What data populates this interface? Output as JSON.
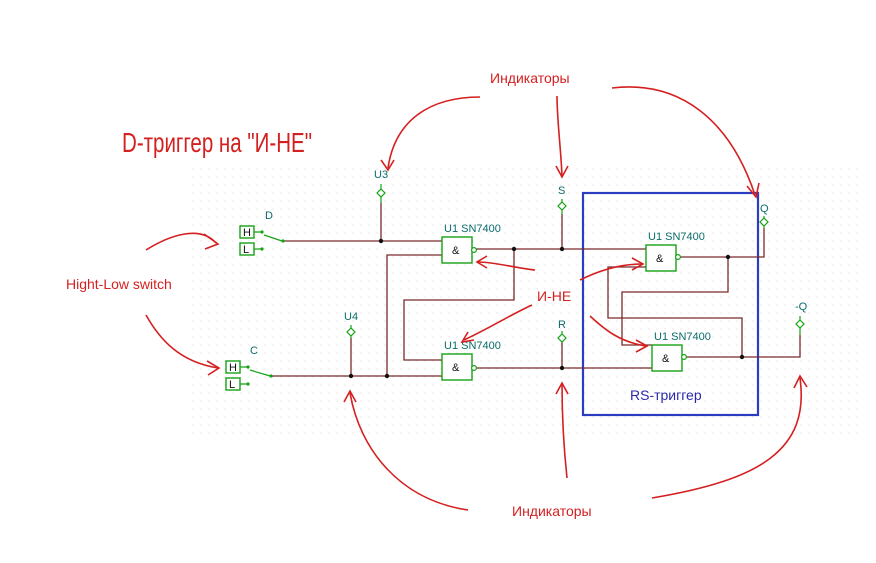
{
  "title": "D-триггер на \"И-НЕ\"",
  "annotations": {
    "indicators_top": "Индикаторы",
    "indicators_bottom": "Индикаторы",
    "switch_label": "Hight-Low switch",
    "nand_label": "И-НЕ",
    "rs_label": "RS-триггер"
  },
  "inputs": {
    "d_label": "D",
    "c_label": "C",
    "high": "H",
    "low": "L"
  },
  "probes": {
    "u3": "U3",
    "u4": "U4",
    "s": "S",
    "r": "R",
    "q": "Q",
    "nq": "-Q"
  },
  "gates": {
    "g1": "U1 SN7400",
    "g2": "U1 SN7400",
    "g3": "U1 SN7400",
    "g4": "U1 SN7400",
    "symbol": "&"
  },
  "colors": {
    "annotation": "#d42020",
    "rs_box": "#2a3cc0",
    "component": "#15a215",
    "wire": "#7a2a2a",
    "label": "#0b6b6b"
  }
}
